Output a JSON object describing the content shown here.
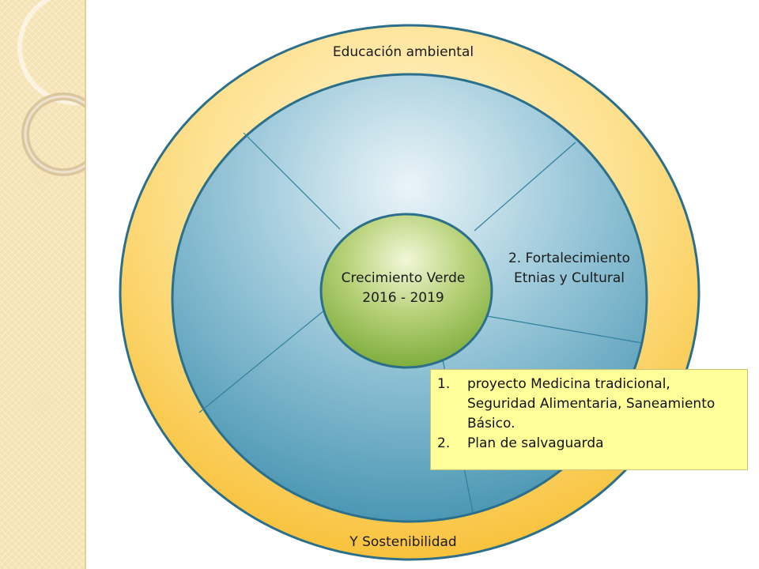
{
  "diagram": {
    "outer_ring": {
      "label_top": "Educación ambiental",
      "label_bottom": "Y Sostenibilidad"
    },
    "center": {
      "line1": "Crecimiento Verde",
      "line2": "2016 - 2019"
    },
    "segment_label": {
      "line1": "2. Fortalecimiento",
      "line2": "Etnias y Cultural"
    },
    "info_box": {
      "items": [
        {
          "number": "1.",
          "text": "proyecto Medicina tradicional, Seguridad Alimentaria, Saneamiento Básico."
        },
        {
          "number": "2.",
          "text": "Plan de salvaguarda"
        }
      ]
    },
    "colors": {
      "outer_ring": "#f9c94a",
      "inner_circle": "#5aa4c0",
      "center": "#8db84a",
      "info_box": "#ffff99"
    }
  }
}
